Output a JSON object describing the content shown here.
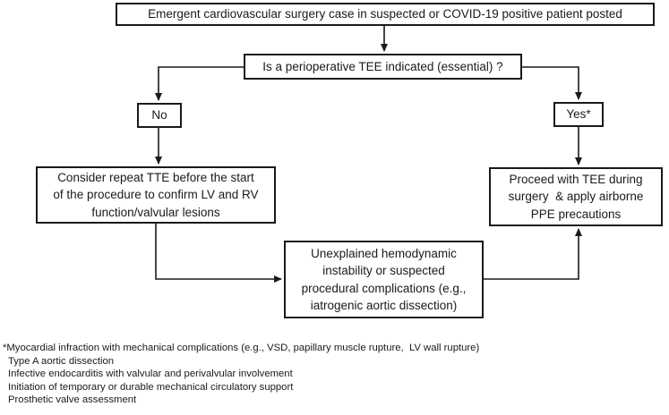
{
  "diagram": {
    "background": "#ffffff",
    "line_color": "#1a1a1a",
    "nodes": {
      "emergent_case": {
        "text": "Emergent cardiovascular surgery case in suspected or COVID-19 positive patient posted"
      },
      "tee_question": {
        "text": "Is a perioperative TEE indicated (essential) ?"
      },
      "no": {
        "text": "No"
      },
      "yes": {
        "text": "Yes*"
      },
      "repeat_tte": {
        "lines": [
          "Consider repeat TTE before the start",
          "of the procedure to confirm LV and RV",
          "function/valvular lesions"
        ]
      },
      "proceed_tee": {
        "lines": [
          "Proceed with TEE during",
          "surgery  & apply airborne",
          "PPE precautions"
        ]
      },
      "instability": {
        "lines": [
          "Unexplained hemodynamic",
          "instability or suspected",
          "procedural complications (e.g.,",
          "iatrogenic aortic dissection)"
        ]
      }
    },
    "footnotes": [
      "*Myocardial infraction with mechanical complications (e.g., VSD, papillary muscle rupture,  LV wall rupture)",
      "Type A aortic dissection",
      "Infective endocarditis with valvular and perivalvular involvement",
      "Initiation of temporary or durable mechanical circulatory support",
      "Prosthetic valve assessment"
    ]
  }
}
